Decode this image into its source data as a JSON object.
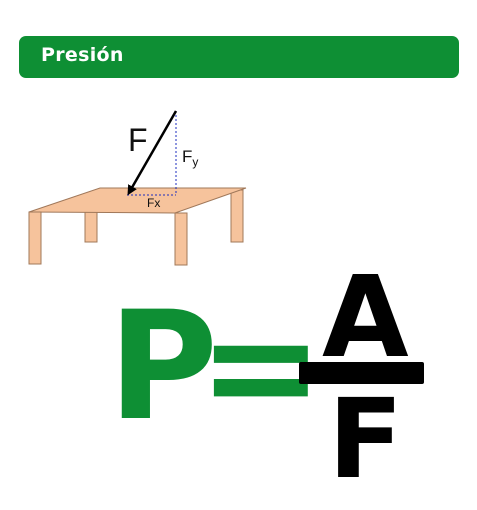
{
  "header": {
    "title": "Presión",
    "color": "#0e8f34"
  },
  "diagram": {
    "force_label": "F",
    "fy_label": "F",
    "fy_sub": "y",
    "fx_label": "Fx",
    "table_color": "#f6c39c"
  },
  "formula": {
    "lhs": "P",
    "equals": "=",
    "numerator": "A",
    "denominator": "F",
    "green": "#0e8f34"
  }
}
